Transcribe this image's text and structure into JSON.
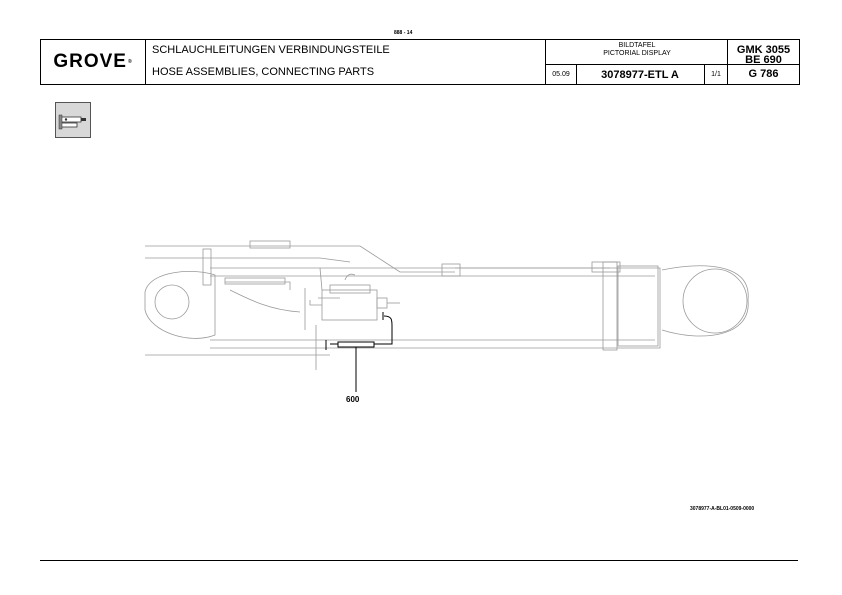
{
  "page_number": "888 - 14",
  "header": {
    "logo_text": "GROVE",
    "logo_mark": "®",
    "title_de": "SCHLAUCHLEITUNGEN VERBINDUNGSTEILE",
    "title_en": "HOSE ASSEMBLIES, CONNECTING PARTS",
    "display_label_de": "BILDTAFEL",
    "display_label_en": "PICTORIAL DISPLAY",
    "date": "05.09",
    "part_number": "3078977-ETL A",
    "sheet": "1/1",
    "models": [
      "GMK 3055",
      "BE 690",
      "G 786"
    ]
  },
  "icon": {
    "name": "cylinder-assembly-icon"
  },
  "drawing": {
    "callout_label": "600",
    "drawing_id": "3078977-A-BL01-0509-0000"
  }
}
